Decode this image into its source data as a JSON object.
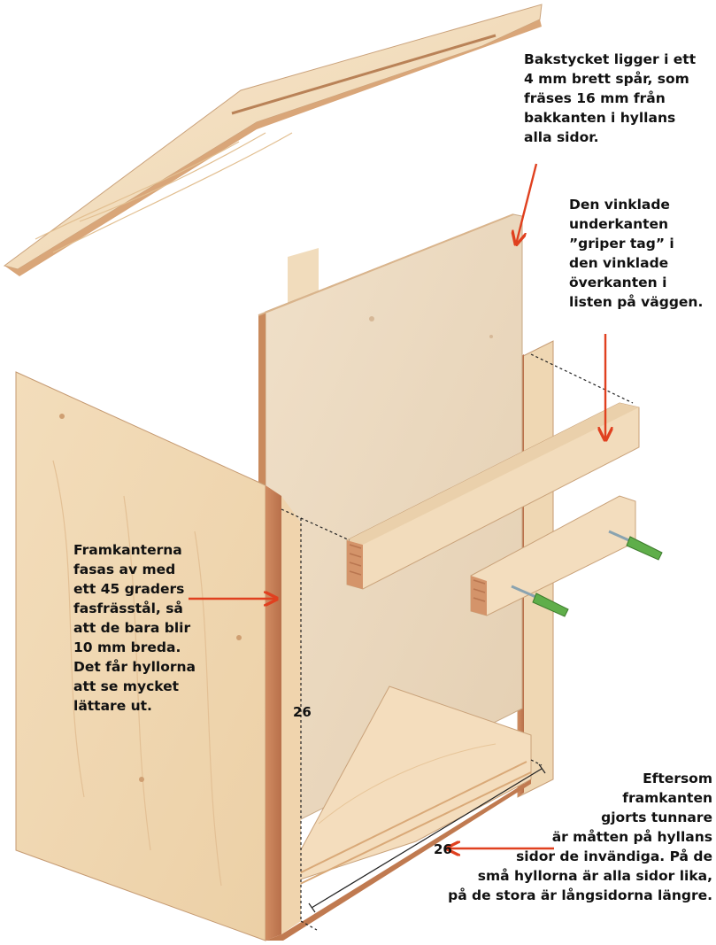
{
  "annotations": {
    "back_panel_groove": [
      "Bakstycket ligger i ett",
      "4 mm brett spår, som",
      "fräses 16 mm från",
      "bakkanten i hyllans",
      "alla sidor."
    ],
    "angled_edge": [
      "Den vinklade",
      "underkanten",
      "”griper tag” i",
      "den vinklade",
      "överkanten i",
      "listen på väggen."
    ],
    "front_edges": [
      "Framkanterna",
      "fasas av med",
      "ett 45 graders",
      "fasfrässtål, så",
      "att de bara blir",
      "10 mm breda.",
      "Det får hyllorna",
      "att se mycket",
      "lättare ut."
    ],
    "inner_measurements": [
      "Eftersom",
      "framkanten",
      "gjorts tunnare",
      "är måtten på hyllans",
      "sidor de invändiga. På de",
      "små hyllorna är alla sidor lika,",
      "på de stora är långsidorna längre."
    ]
  },
  "dimensions": {
    "height": "26",
    "depth": "26"
  },
  "colors": {
    "arrow": "#e0401f",
    "wood": "#f1d9b7",
    "plywood": "#ecd8bd",
    "edge": "#c8855c"
  }
}
